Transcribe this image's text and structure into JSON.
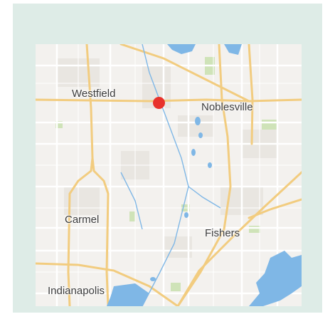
{
  "map": {
    "cities": [
      {
        "name": "Westfield"
      },
      {
        "name": "Noblesville"
      },
      {
        "name": "Carmel"
      },
      {
        "name": "Fishers"
      },
      {
        "name": "Indianapolis"
      }
    ],
    "marker": {
      "color": "#e8322b"
    }
  },
  "colors": {
    "panel": "#deece7",
    "land": "#f3f1ee",
    "highway": "#f2cc7f",
    "water": "#7fb7e6",
    "park": "#cfe3b8"
  }
}
